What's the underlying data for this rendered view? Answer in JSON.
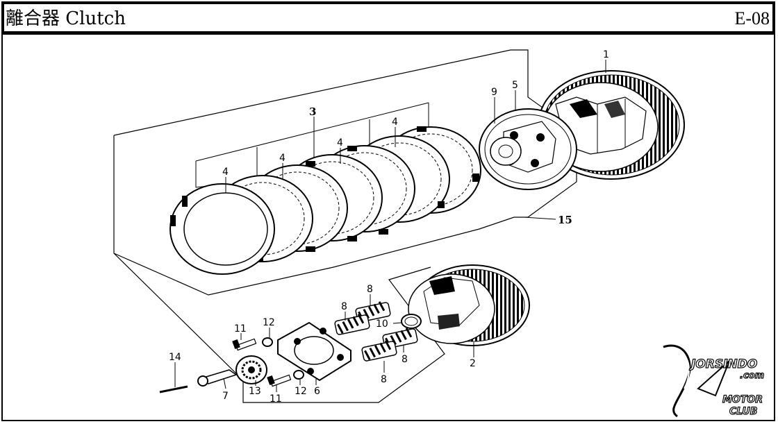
{
  "header": {
    "title": "離合器  Clutch",
    "code": "E-08"
  },
  "callouts": {
    "p1": "1",
    "p2": "2",
    "p3": "3",
    "p4a": "4",
    "p4b": "4",
    "p4c": "4",
    "p4d": "4",
    "p5": "5",
    "p6": "6",
    "p7": "7",
    "p8a": "8",
    "p8b": "8",
    "p8c": "8",
    "p8d": "8",
    "p9": "9",
    "p10": "10",
    "p11a": "11",
    "p11b": "11",
    "p12a": "12",
    "p12b": "12",
    "p13": "13",
    "p14": "14",
    "p15": "15"
  },
  "watermark": {
    "line1": "JORSINDO",
    "line2": ".com",
    "line3": "MOTOR",
    "line4": "CLUB"
  }
}
